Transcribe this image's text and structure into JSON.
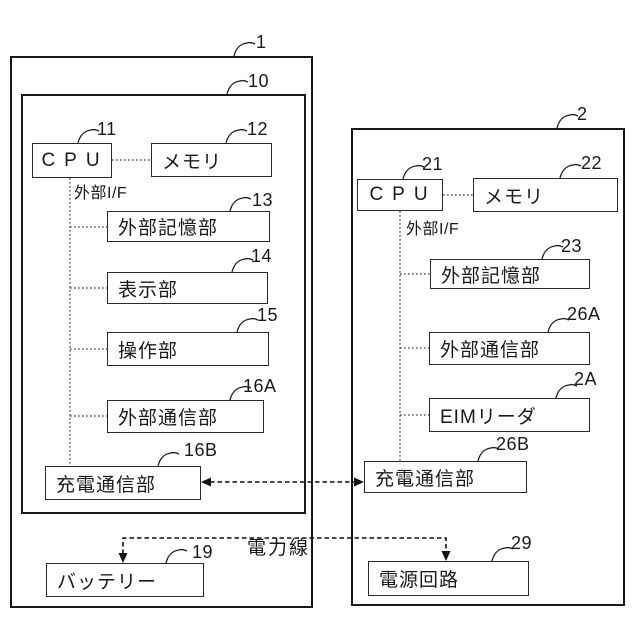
{
  "figure_type": "block-diagram",
  "colors": {
    "ink": "#1a1a1a",
    "background": "#ffffff"
  },
  "power_line_label": "電力線",
  "d1": {
    "ref": "1",
    "sub_ref": "10",
    "bus_label": "外部I/F",
    "cpu": {
      "ref": "11",
      "label": "CPU"
    },
    "memory": {
      "ref": "12",
      "label": "メモリ"
    },
    "ext_storage": {
      "ref": "13",
      "label": "外部記憶部"
    },
    "display": {
      "ref": "14",
      "label": "表示部"
    },
    "operation": {
      "ref": "15",
      "label": "操作部"
    },
    "ext_comm": {
      "ref": "16A",
      "label": "外部通信部"
    },
    "charge_comm": {
      "ref": "16B",
      "label": "充電通信部"
    },
    "battery": {
      "ref": "19",
      "label": "バッテリー"
    }
  },
  "d2": {
    "ref": "2",
    "bus_label": "外部I/F",
    "cpu": {
      "ref": "21",
      "label": "CPU"
    },
    "memory": {
      "ref": "22",
      "label": "メモリ"
    },
    "ext_storage": {
      "ref": "23",
      "label": "外部記憶部"
    },
    "ext_comm": {
      "ref": "26A",
      "label": "外部通信部"
    },
    "eim_reader": {
      "ref": "2A",
      "label": "EIMリーダ"
    },
    "charge_comm": {
      "ref": "26B",
      "label": "充電通信部"
    },
    "power_circuit": {
      "ref": "29",
      "label": "電源回路"
    }
  }
}
